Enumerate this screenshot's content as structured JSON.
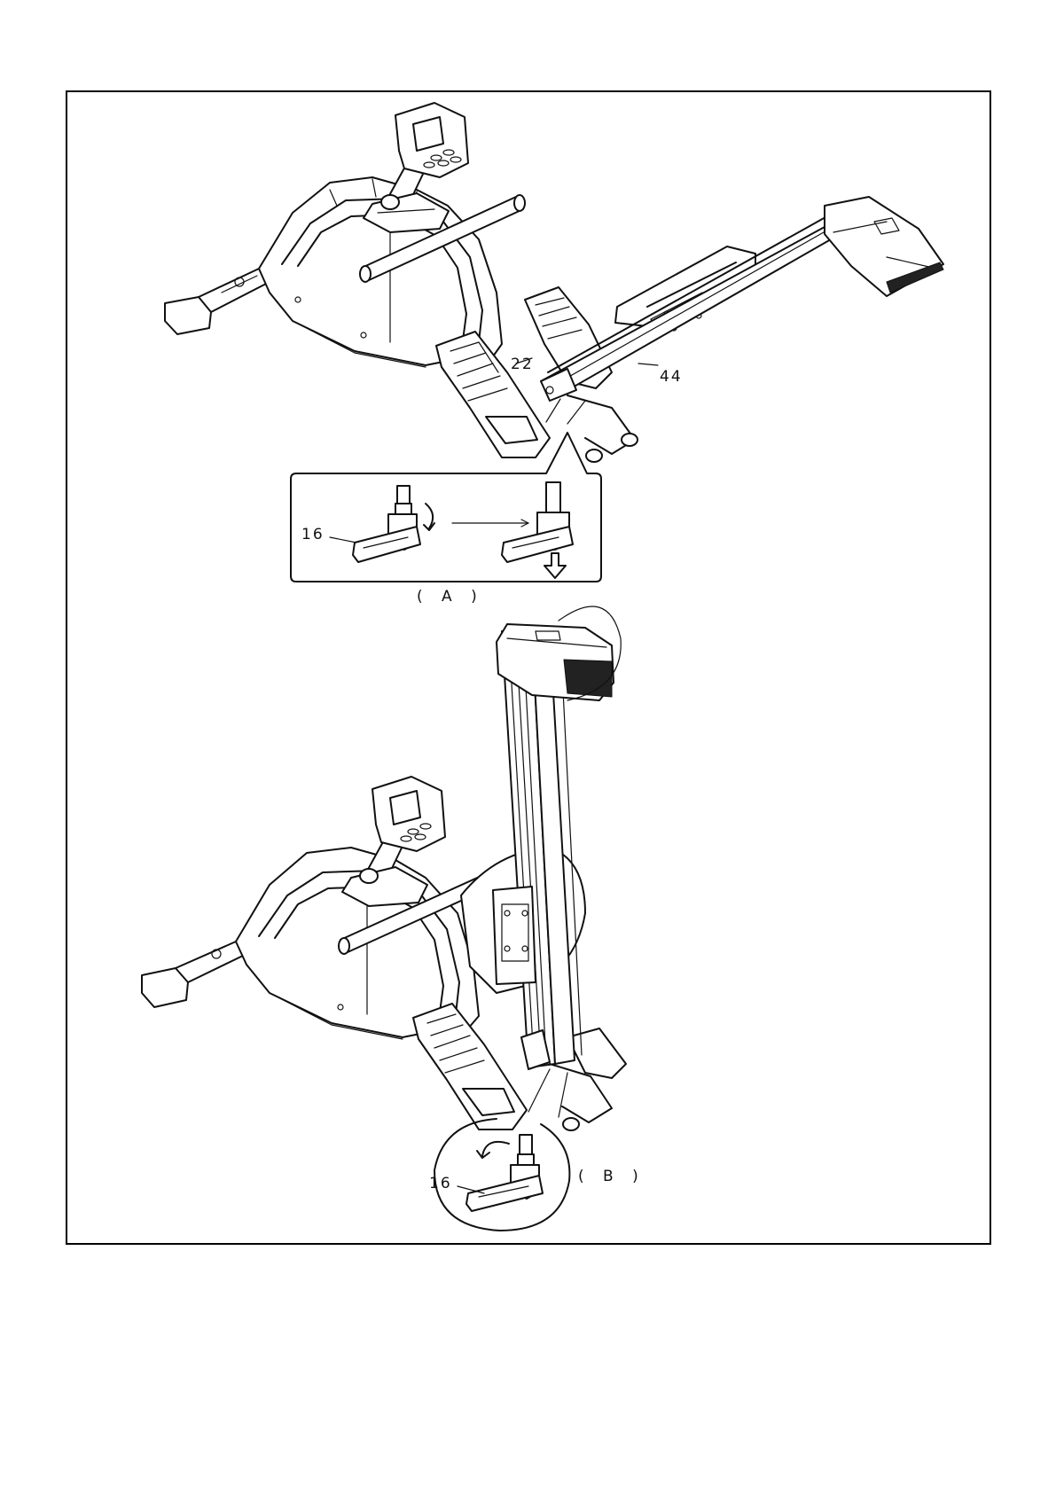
{
  "diagram": {
    "labels": {
      "part_22": "22",
      "part_44": "44",
      "part_16_a": "16",
      "part_16_b": "16"
    },
    "captions": {
      "step_a": "( A )",
      "step_b": "( B )"
    }
  }
}
